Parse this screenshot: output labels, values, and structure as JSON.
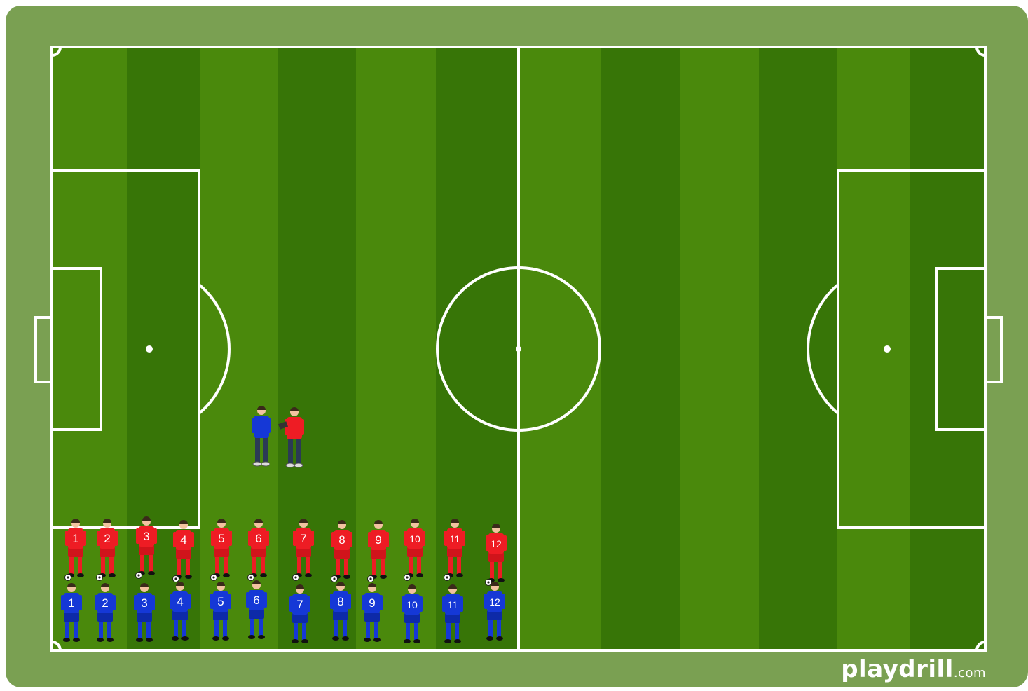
{
  "colors": {
    "surround": "#7aa052",
    "stripe_light": "#4a890c",
    "stripe_dark": "#377507",
    "line": "#ffffff",
    "red_team": "#ee1c24",
    "blue_team": "#1538d6",
    "shorts_red": "#d0141b",
    "shorts_blue": "#0d2aa8",
    "skin": "#f2c3a0",
    "hair": "#3a2a1a",
    "coach_pants": "#2b3a55"
  },
  "watermark": {
    "brand": "playdrill",
    "suffix": ".com"
  },
  "field": {
    "type": "full-pitch",
    "orientation": "horizontal"
  },
  "red_players": [
    {
      "number": "1",
      "has_ball": true
    },
    {
      "number": "2",
      "has_ball": true
    },
    {
      "number": "3",
      "has_ball": true
    },
    {
      "number": "4",
      "has_ball": true
    },
    {
      "number": "5",
      "has_ball": true
    },
    {
      "number": "6",
      "has_ball": true
    },
    {
      "number": "7",
      "has_ball": true
    },
    {
      "number": "8",
      "has_ball": true
    },
    {
      "number": "9",
      "has_ball": true
    },
    {
      "number": "10",
      "has_ball": true
    },
    {
      "number": "11",
      "has_ball": true
    },
    {
      "number": "12",
      "has_ball": true
    }
  ],
  "blue_players": [
    {
      "number": "1"
    },
    {
      "number": "2"
    },
    {
      "number": "3"
    },
    {
      "number": "4"
    },
    {
      "number": "5"
    },
    {
      "number": "6"
    },
    {
      "number": "7"
    },
    {
      "number": "8"
    },
    {
      "number": "9"
    },
    {
      "number": "10"
    },
    {
      "number": "11"
    },
    {
      "number": "12"
    }
  ],
  "coaches": [
    {
      "role": "coach",
      "shirt": "blue"
    },
    {
      "role": "coach",
      "shirt": "red",
      "holding": "clipboard"
    }
  ]
}
